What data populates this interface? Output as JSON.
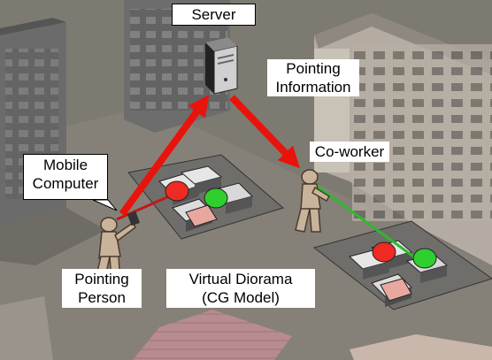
{
  "labels": {
    "server": "Server",
    "pointing_information": [
      "Pointing",
      "Information"
    ],
    "co_worker": "Co-worker",
    "mobile_computer": [
      "Mobile",
      "Computer"
    ],
    "pointing_person": [
      "Pointing",
      "Person"
    ],
    "virtual_diorama": [
      "Virtual Diorama",
      "(CG Model)"
    ]
  },
  "colors": {
    "arrow": "#e8140c",
    "pointer_line_person": "#c21818",
    "pointer_line_coworker": "#2fb82f",
    "marker_red": "#ee2a22",
    "marker_green": "#2ecf2e",
    "ground": "#7d7a72",
    "building": "#6c6c6c",
    "building_right": "#b4aca2"
  }
}
